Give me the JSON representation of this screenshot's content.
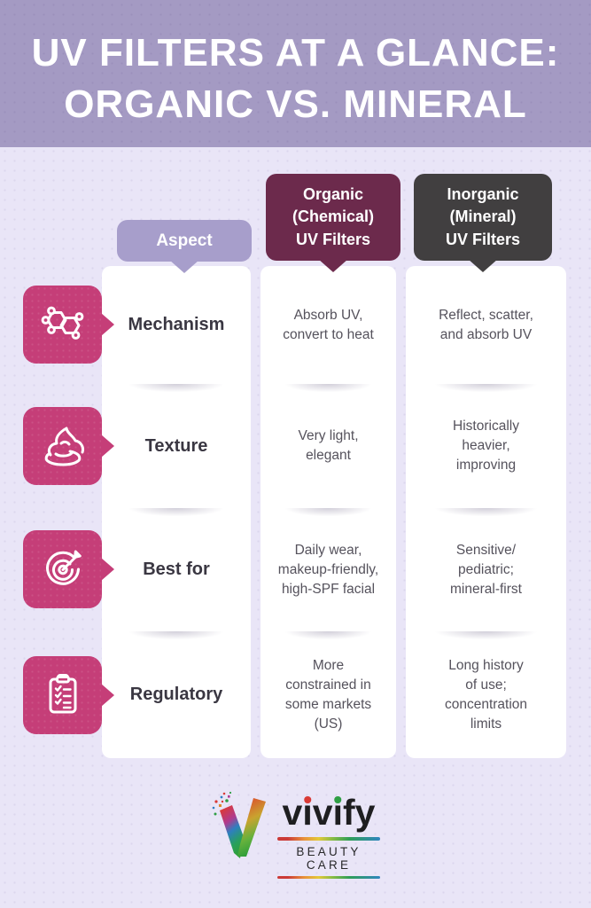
{
  "header": {
    "title_line1": "UV FILTERS AT A GLANCE:",
    "title_line2": "ORGANIC VS. MINERAL"
  },
  "columns": {
    "aspect": "Aspect",
    "organic": "Organic\n(Chemical)\nUV Filters",
    "inorganic": "Inorganic\n(Mineral)\nUV Filters"
  },
  "rows": [
    {
      "icon": "molecule-icon",
      "label": "Mechanism",
      "organic": "Absorb UV,\nconvert to heat",
      "inorganic": "Reflect, scatter,\nand absorb UV"
    },
    {
      "icon": "cream-icon",
      "label": "Texture",
      "organic": "Very light,\nelegant",
      "inorganic": "Historically\nheavier,\nimproving"
    },
    {
      "icon": "target-icon",
      "label": "Best for",
      "organic": "Daily wear,\nmakeup-friendly,\nhigh-SPF facial",
      "inorganic": "Sensitive/\npediatric;\nmineral-first"
    },
    {
      "icon": "clipboard-icon",
      "label": "Regulatory",
      "organic": "More\nconstrained in\nsome markets\n(US)",
      "inorganic": "Long history\nof use;\nconcentration\nlimits"
    }
  ],
  "logo": {
    "brand_letters": [
      "v",
      "i",
      "v",
      "i",
      "f",
      "y"
    ],
    "tagline": "BEAUTY CARE"
  },
  "colors": {
    "header_bg": "#a49ac3",
    "page_bg": "#e9e5f7",
    "aspect_tab": "#a79ecb",
    "organic_tab": "#6c2a4c",
    "inorganic_tab": "#413f40",
    "accent_pink": "#c53e78",
    "card_white": "#ffffff",
    "label_text": "#3a3742",
    "cell_text": "#55525c",
    "title_text": "#ffffff",
    "logo_dot_red": "#d93a35",
    "logo_dot_green": "#2f9e44"
  }
}
